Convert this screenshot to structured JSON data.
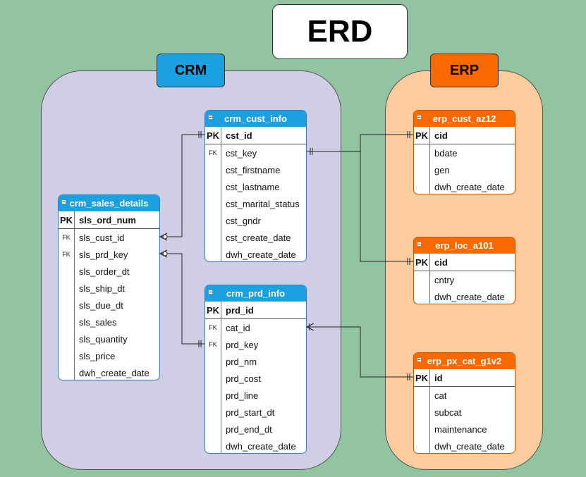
{
  "title": "ERD",
  "groups": {
    "crm": "CRM",
    "erp": "ERP"
  },
  "tables": {
    "crm_sales_details": {
      "name": "crm_sales_details",
      "rows": [
        {
          "key": "PK",
          "field": "sls_ord_num"
        },
        {
          "key": "FK",
          "field": "sls_cust_id"
        },
        {
          "key": "FK",
          "field": "sls_prd_key"
        },
        {
          "key": "",
          "field": "sls_order_dt"
        },
        {
          "key": "",
          "field": "sls_ship_dt"
        },
        {
          "key": "",
          "field": "sls_due_dt"
        },
        {
          "key": "",
          "field": "sls_sales"
        },
        {
          "key": "",
          "field": "sls_quantity"
        },
        {
          "key": "",
          "field": "sls_price"
        },
        {
          "key": "",
          "field": "dwh_create_date"
        }
      ]
    },
    "crm_cust_info": {
      "name": "crm_cust_info",
      "rows": [
        {
          "key": "PK",
          "field": "cst_id"
        },
        {
          "key": "FK",
          "field": "cst_key"
        },
        {
          "key": "",
          "field": "cst_firstname"
        },
        {
          "key": "",
          "field": "cst_lastname"
        },
        {
          "key": "",
          "field": "cst_marital_status"
        },
        {
          "key": "",
          "field": "cst_gndr"
        },
        {
          "key": "",
          "field": "cst_create_date"
        },
        {
          "key": "",
          "field": "dwh_create_date"
        }
      ]
    },
    "crm_prd_info": {
      "name": "crm_prd_info",
      "rows": [
        {
          "key": "PK",
          "field": "prd_id"
        },
        {
          "key": "FK",
          "field": "cat_id"
        },
        {
          "key": "FK",
          "field": "prd_key"
        },
        {
          "key": "",
          "field": "prd_nm"
        },
        {
          "key": "",
          "field": "prd_cost"
        },
        {
          "key": "",
          "field": "prd_line"
        },
        {
          "key": "",
          "field": "prd_start_dt"
        },
        {
          "key": "",
          "field": "prd_end_dt"
        },
        {
          "key": "",
          "field": "dwh_create_date"
        }
      ]
    },
    "erp_cust_az12": {
      "name": "erp_cust_az12",
      "rows": [
        {
          "key": "PK",
          "field": "cid"
        },
        {
          "key": "",
          "field": "bdate"
        },
        {
          "key": "",
          "field": "gen"
        },
        {
          "key": "",
          "field": "dwh_create_date"
        }
      ]
    },
    "erp_loc_a101": {
      "name": "erp_loc_a101",
      "rows": [
        {
          "key": "PK",
          "field": "cid"
        },
        {
          "key": "",
          "field": "cntry"
        },
        {
          "key": "",
          "field": "dwh_create_date"
        }
      ]
    },
    "erp_px_cat_g1v2": {
      "name": "erp_px_cat_g1v2",
      "rows": [
        {
          "key": "PK",
          "field": "id"
        },
        {
          "key": "",
          "field": "cat"
        },
        {
          "key": "",
          "field": "subcat"
        },
        {
          "key": "",
          "field": "maintenance"
        },
        {
          "key": "",
          "field": "dwh_create_date"
        }
      ]
    }
  },
  "relationships": [
    {
      "from": "crm_sales_details.sls_cust_id",
      "to": "crm_cust_info.cst_id",
      "from_card": "zero-or-many",
      "to_card": "one"
    },
    {
      "from": "crm_sales_details.sls_prd_key",
      "to": "crm_prd_info.prd_key",
      "from_card": "zero-or-many",
      "to_card": "one"
    },
    {
      "from": "crm_cust_info.cst_key",
      "to": "erp_cust_az12.cid",
      "from_card": "one",
      "to_card": "one"
    },
    {
      "from": "crm_cust_info.cst_key",
      "to": "erp_loc_a101.cid",
      "from_card": "one",
      "to_card": "one"
    },
    {
      "from": "crm_prd_info.cat_id",
      "to": "erp_px_cat_g1v2.id",
      "from_card": "one-or-many",
      "to_card": "one"
    }
  ]
}
